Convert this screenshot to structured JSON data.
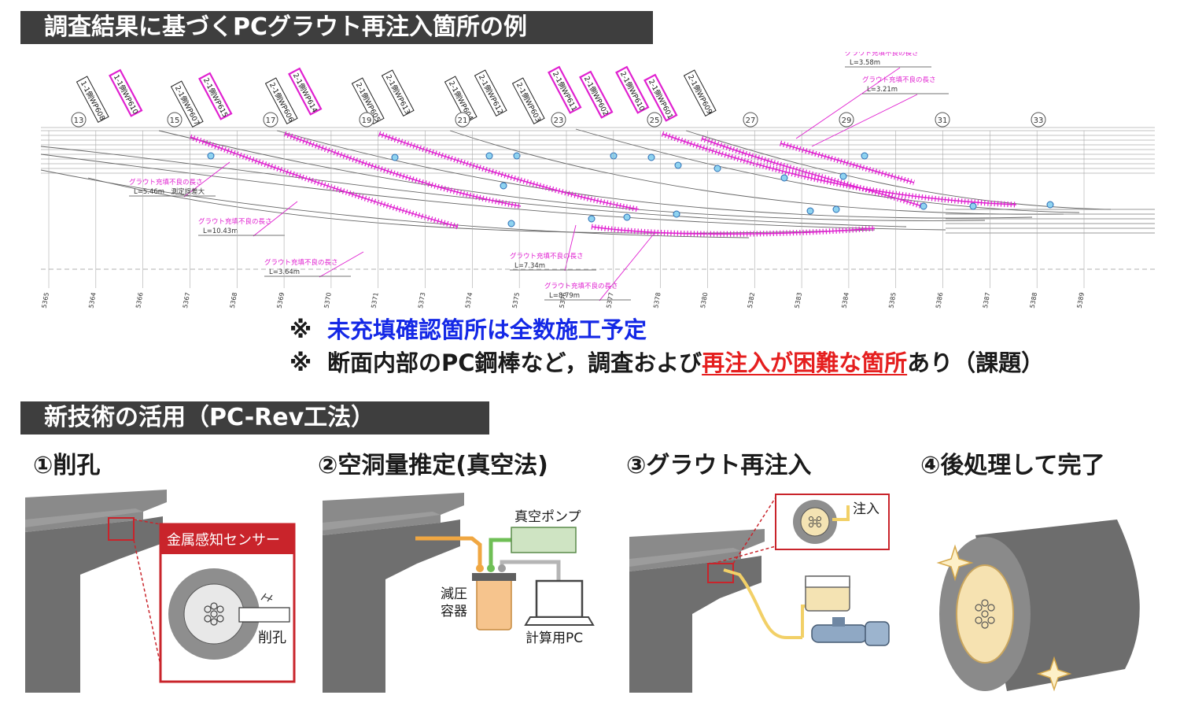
{
  "section1": {
    "title": "調査結果に基づくPCグラウト再注入箇所の例"
  },
  "drawing": {
    "tags": [
      "1-1側WP608",
      "1-1側WP610",
      "2-1側WP607",
      "2-1側WP615",
      "2-1側WP606",
      "2-1側WP614",
      "2-1側WP605",
      "2-1側WP613",
      "2-1側WP604",
      "2-1側WP612",
      "2-1側WP603",
      "2-1側WP611",
      "2-1側WP602",
      "2-1側WP610",
      "2-1側WP601",
      "2-1側WP609"
    ],
    "highlighted_tags": [
      1,
      3,
      5,
      11,
      12,
      13,
      14
    ],
    "sections": [
      "13",
      "15",
      "17",
      "19",
      "21",
      "23",
      "25",
      "27",
      "29",
      "31",
      "33"
    ],
    "bottom_ticks": [
      "5365",
      "5364",
      "5366",
      "5367",
      "5368",
      "5369",
      "5370",
      "5371",
      "5373",
      "5374",
      "5375",
      "5376",
      "5377",
      "5378",
      "5380",
      "5382",
      "5383",
      "5384",
      "5385",
      "5386",
      "5387",
      "5388",
      "5389"
    ],
    "callouts": [
      {
        "label": "グラウト充填不良の長さ",
        "value": "L=5.46m　測定誤差大"
      },
      {
        "label": "グラウト充填不良の長さ",
        "value": "L=10.43m"
      },
      {
        "label": "グラウト充填不良の長さ",
        "value": "L=3.64m"
      },
      {
        "label": "グラウト充填不良の長さ",
        "value": "L=7.34m"
      },
      {
        "label": "グラウト充填不良の長さ",
        "value": "L=8.79m"
      },
      {
        "label": "グラウト充填不良の長さ",
        "value": "L=3.58m"
      },
      {
        "label": "グラウト充填不良の長さ",
        "value": "L=3.21m"
      }
    ]
  },
  "notes": {
    "mark": "※",
    "note1": "未充填確認箇所は全数施工予定",
    "note2_pre": "断面内部のPC鋼棒など，調査および",
    "note2_hl": "再注入が困難な箇所",
    "note2_post": "あり（課題）"
  },
  "section2": {
    "title": "新技術の活用（PC-Rev工法）"
  },
  "steps": [
    {
      "label": "①削孔"
    },
    {
      "label": "②空洞量推定(真空法)"
    },
    {
      "label": "③グラウト再注入"
    },
    {
      "label": "④後処理して完了"
    }
  ],
  "panel1": {
    "sensor_label": "金属感知センサー",
    "drill_label": "削孔"
  },
  "panel2": {
    "pump_label": "真空ポンプ",
    "vessel_label_1": "減圧",
    "vessel_label_2": "容器",
    "pc_label": "計算用PC"
  },
  "panel3": {
    "inject_label": "注入"
  },
  "colors": {
    "title_bg": "#3e3e3e",
    "note_blue": "#1428e6",
    "note_red": "#e51f1f",
    "magenta": "#e020d0",
    "sensor_red": "#c9242b"
  }
}
